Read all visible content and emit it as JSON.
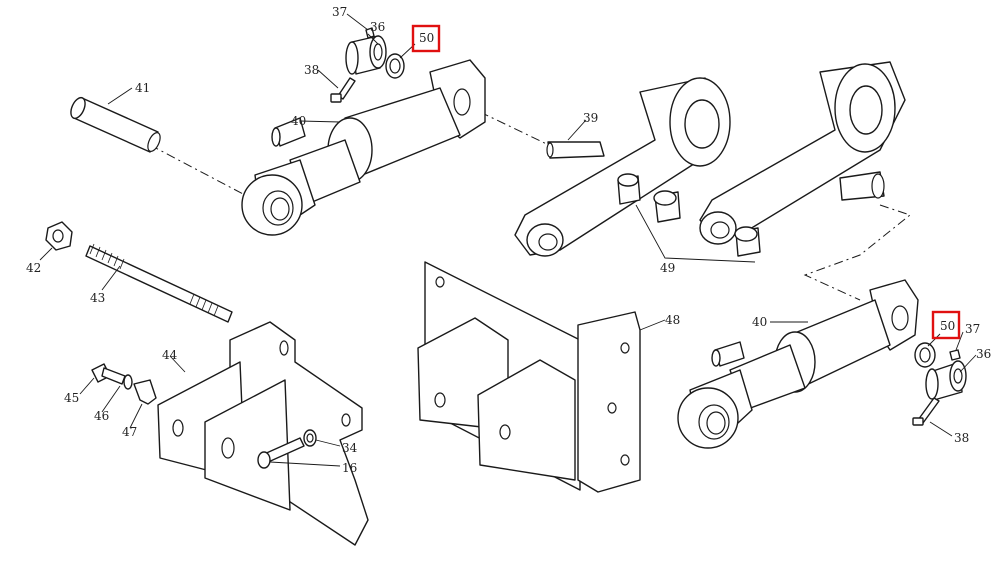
{
  "diagram": {
    "callouts": {
      "c37a": "37",
      "c36a": "36",
      "c50a": "50",
      "c38a": "38",
      "c41": "41",
      "c40a": "40",
      "c39": "39",
      "c42": "42",
      "c43": "43",
      "c44": "44",
      "c45": "45",
      "c46": "46",
      "c47": "47",
      "c34": "34",
      "c16": "16",
      "c48": "48",
      "c49": "49",
      "c40b": "40",
      "c50b": "50",
      "c37b": "37",
      "c36b": "36",
      "c38b": "38"
    },
    "highlight_color": "#e01010",
    "line_color": "#1a1a1a"
  }
}
